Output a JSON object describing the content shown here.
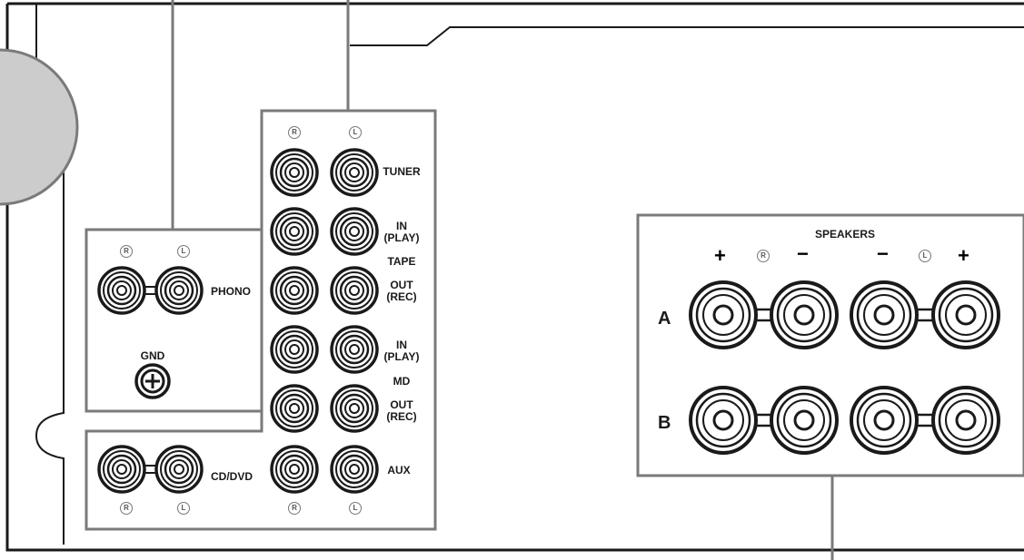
{
  "colors": {
    "panel_stroke": "#7a7a7a",
    "outline": "#1a1a1a",
    "knob_fill": "#cccccc"
  },
  "channel_markers": {
    "right": "R",
    "left": "L"
  },
  "phono": {
    "label": "PHONO",
    "gnd_label": "GND"
  },
  "cd_dvd": {
    "label": "CD/DVD"
  },
  "inputs": {
    "tuner": "TUNER",
    "tape_in": "IN\n(PLAY)",
    "tape_group": "TAPE",
    "tape_out": "OUT\n(REC)",
    "md_in": "IN\n(PLAY)",
    "md_group": "MD",
    "md_out": "OUT\n(REC)",
    "aux": "AUX"
  },
  "speakers": {
    "title": "SPEAKERS",
    "plus": "+",
    "minus": "−",
    "row_a": "A",
    "row_b": "B"
  }
}
